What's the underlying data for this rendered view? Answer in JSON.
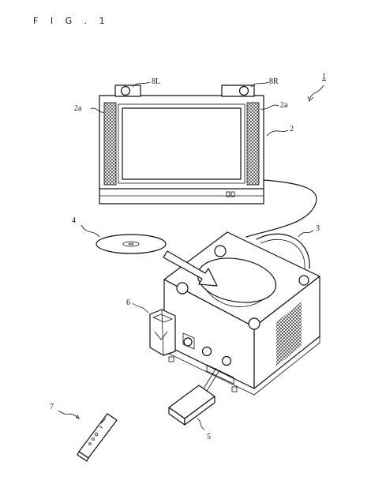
{
  "figure": {
    "title": "F I G .  1",
    "labels": {
      "system": "1",
      "tv": "2",
      "speaker_left": "2a",
      "speaker_right": "2a",
      "console": "3",
      "disc": "4",
      "memory_card": "5",
      "memory_card_slot": "6",
      "controller": "7",
      "marker_left": "8L",
      "marker_right": "8R"
    }
  }
}
